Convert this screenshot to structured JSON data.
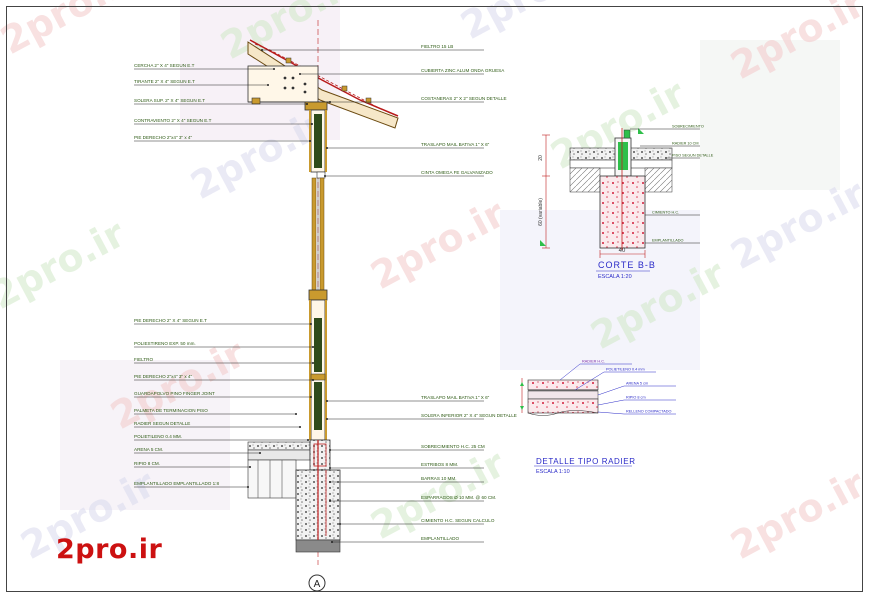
{
  "watermark": "2pro.ir",
  "logo": "2pro.ir",
  "colors": {
    "label_green": "#2d5a14",
    "leader": "#222222",
    "wood": "#c99a2e",
    "roof_red": "#b81a1a",
    "title_blue": "#2b2bc8",
    "note_purple": "#7a2aa8",
    "dim_red": "#c02020"
  },
  "main_section": {
    "marker": "A",
    "left_labels": [
      "CERCHA 2\" X 4\" SEGUN E.T",
      "TIRANTE 2\" X 4\" SEGUN E.T",
      "SOLERA SUP. 2\" X 4\" SEGUN E.T",
      "CONTRAVIENTO 2\" X 4\" SEGUN E.T",
      "PIE DERECHO 2\"x4\" 3\" x 4\"",
      "PIE DERECHO 2\" X 4\" SEGUN E.T",
      "POLIESTIRENO EXP. 50 mm.",
      "FIELTRO",
      "PIE DERECHO 2\"x4\" 3\" x 4\"",
      "GUARDAPOLVO PINO FINGER JOINT",
      "PALMETA DE TERMINACION PISO",
      "RADIER SEGUN DETALLE",
      "POLIETILENO 0.4 MM.",
      "ARENA 5 CM.",
      "RIPIO 8 CM.",
      "EMPLANTILLADO EMPLANTILLADO 1:8"
    ],
    "right_labels": [
      "FIELTRO 15 LB",
      "CUBIERTA ZINC ALUM ONDA GRUESA",
      "COSTANERAS 2\" X 2\" SEGUN DETALLE",
      "TRASLAPO MAIL BATIVA 1\" X 6\"",
      "CINTA OMEGA FE GALVANIZADO",
      "TRASLAPO MAIL BATIVA 1\" X 6\"",
      "SOLERA INFERIOR 2\" X 4\" SEGUN DETALLE",
      "SOBRECIMIENTO H.C. 25 CM",
      "ESTRIBOS 8 MM.",
      "BARRAS 10 MM.",
      "ESPARRAGOS Ø 10 MM. @ 60 CM.",
      "CIMIENTO H.C. SEGUN CALCULO",
      "EMPLANTILLADO"
    ]
  },
  "corte": {
    "title": "CORTE B-B",
    "subtitle": "ESCALA 1:20",
    "dim_bottom": "40",
    "dim_left_top": "20",
    "dim_left_mid": "60 (variable)",
    "labels": [
      "SOBRECIMIENTO",
      "RADIER 10 CM",
      "PISO SEGUN DETALLE",
      "CIMIENTO H.C.",
      "EMPLANTILLADO"
    ]
  },
  "radier": {
    "title": "DETALLE TIPO RADIER",
    "subtitle": "ESCALA 1:10",
    "labels": [
      "RADIER H.C.",
      "POLIETILENO 0.4 mm",
      "ARENA 5 cm",
      "RIPIO 8 cm",
      "RELLENO COMPACTADO"
    ]
  }
}
